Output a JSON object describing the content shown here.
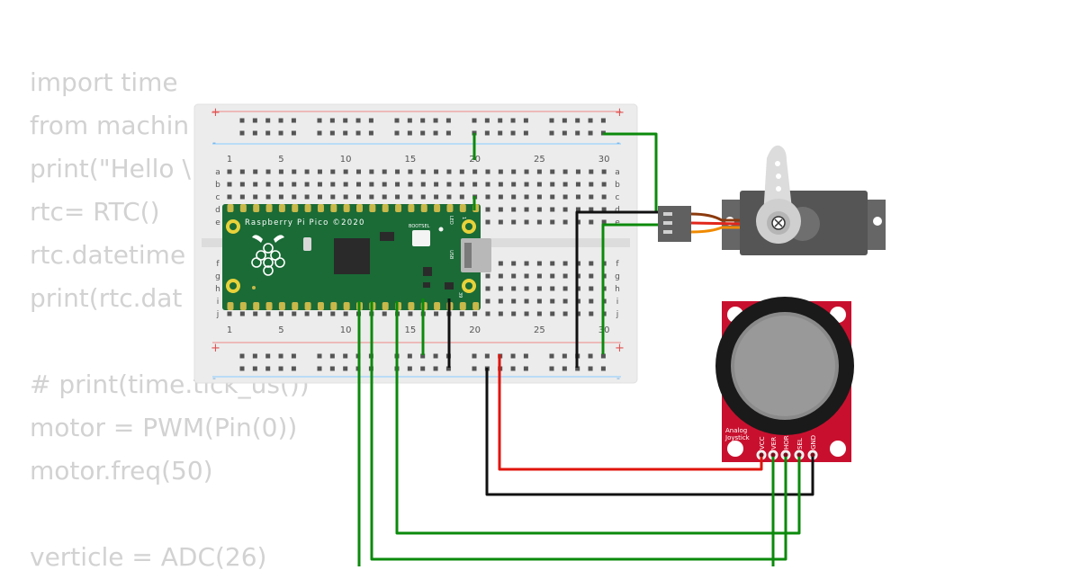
{
  "background_code": {
    "lines": [
      "import time",
      "from machin",
      "print(\"Hello \\",
      "rtc= RTC()",
      "rtc.datetime",
      "print(rtc.dat",
      "",
      "# print(time.tick_us())",
      "motor = PWM(Pin(0))",
      "motor.freq(50)",
      "",
      "verticle = ADC(26)"
    ]
  },
  "breadboard": {
    "column_numbers_top": [
      "1",
      "5",
      "10",
      "15",
      "20",
      "25",
      "30"
    ],
    "column_numbers_bottom": [
      "1",
      "5",
      "10",
      "15",
      "20",
      "25",
      "30"
    ],
    "row_letters_upper": [
      "a",
      "b",
      "c",
      "d",
      "e"
    ],
    "row_letters_lower": [
      "f",
      "g",
      "h",
      "i",
      "j"
    ],
    "rail_plus": "+",
    "rail_minus": "-"
  },
  "pico": {
    "brand_label": "Raspberry Pi Pico ©2020",
    "bootsel_label": "BOOTSEL",
    "led_label": "LED",
    "usb_label": "USB",
    "pin_top_label": "1",
    "pin_bottom_label": "39",
    "board_color": "#1a6b36"
  },
  "joystick": {
    "title_line1": "Analog",
    "title_line2": "Joystick",
    "pins": [
      "VCC",
      "VER",
      "HOR",
      "SEL",
      "GND"
    ],
    "board_color": "#c8102e"
  },
  "servo": {
    "body_color": "#555555",
    "horn_color": "#dcdcdc"
  },
  "wires": {
    "signal_color": "#0b8a0b",
    "power_color": "#e0140c",
    "ground_color": "#111111"
  }
}
